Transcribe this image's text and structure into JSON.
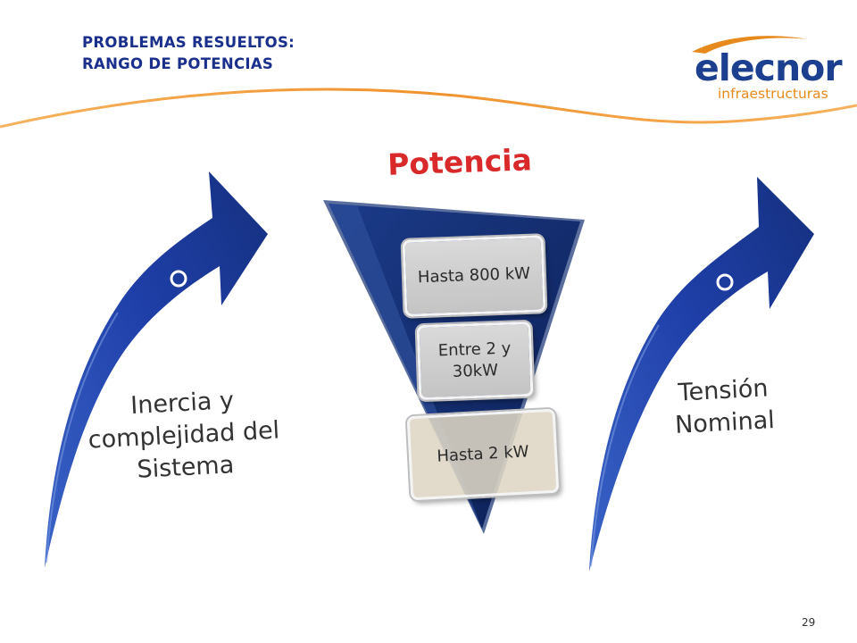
{
  "header": {
    "title_line1": "PROBLEMAS RESUELTOS:",
    "title_line2": "RANGO DE POTENCIAS"
  },
  "logo": {
    "brand": "elecnor",
    "subtitle": "infraestructuras"
  },
  "funnel": {
    "title": "Potencia",
    "levels": [
      "Hasta 800 kW",
      "Entre 2 y 30kW",
      "Hasta 2 kW"
    ]
  },
  "left_arrow": {
    "label": "Inercia y complejidad del Sistema"
  },
  "right_arrow": {
    "label": "Tensión Nominal"
  },
  "page_number": "29",
  "colors": {
    "title_blue": "#1a2f8c",
    "arrow_blue": "#1c3a9e",
    "funnel_navy": "#0f2660",
    "accent_orange": "#f0922b",
    "potencia_red": "#d9292a"
  }
}
